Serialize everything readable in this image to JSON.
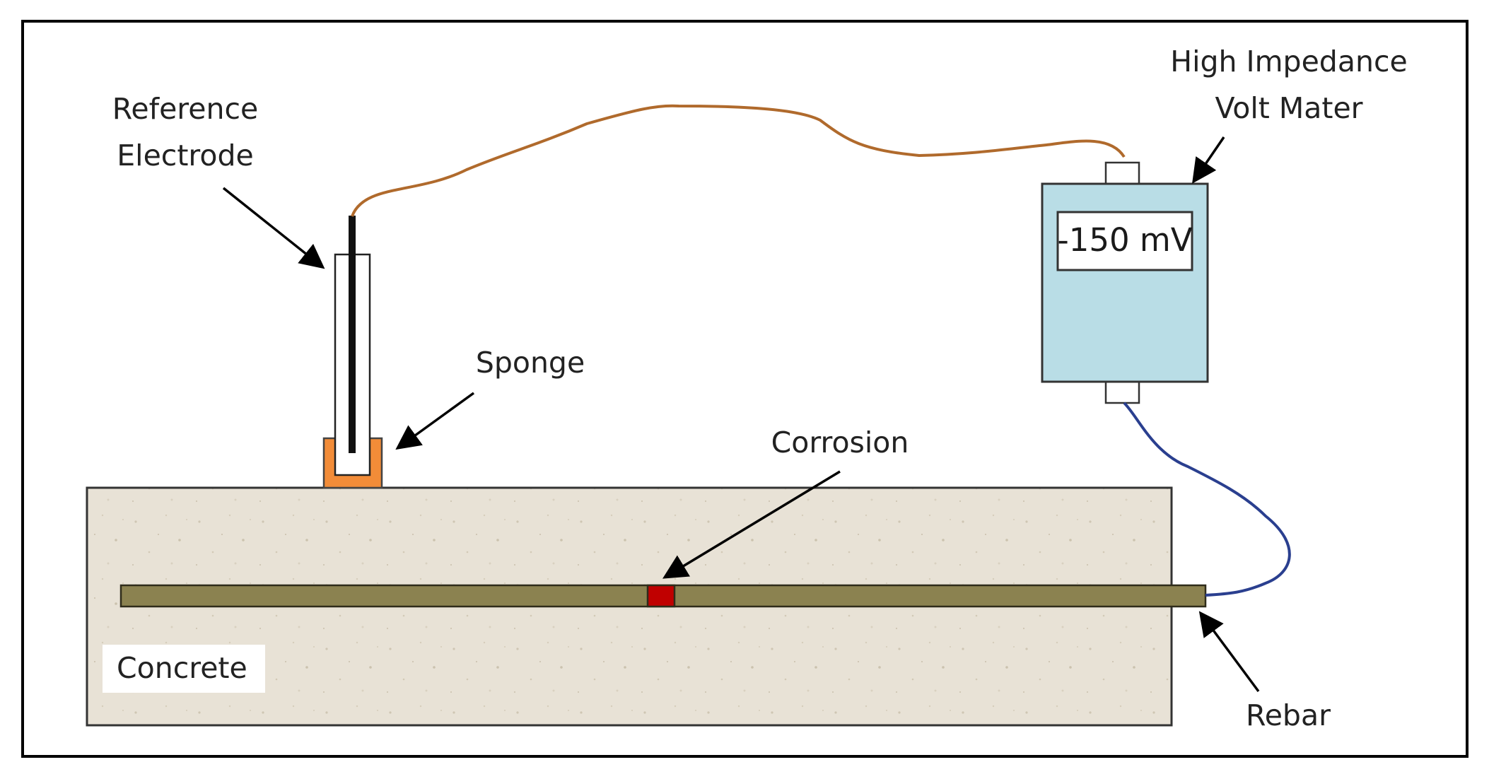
{
  "labels": {
    "reference_electrode_line1": "Reference",
    "reference_electrode_line2": "Electrode",
    "sponge": "Sponge",
    "corrosion": "Corrosion",
    "volt_meter_line1": "High Impedance",
    "volt_meter_line2": "Volt Mater",
    "rebar": "Rebar",
    "concrete": "Concrete"
  },
  "meter": {
    "reading": "-150 mV"
  },
  "colors": {
    "concrete": "#e8e2d6",
    "rebar": "#8b8250",
    "corrosion": "#c00000",
    "sponge": "#f28c38",
    "meter_body": "#b9dde6",
    "wire_top": "#b06a2c",
    "wire_bottom": "#2a3f8f"
  }
}
